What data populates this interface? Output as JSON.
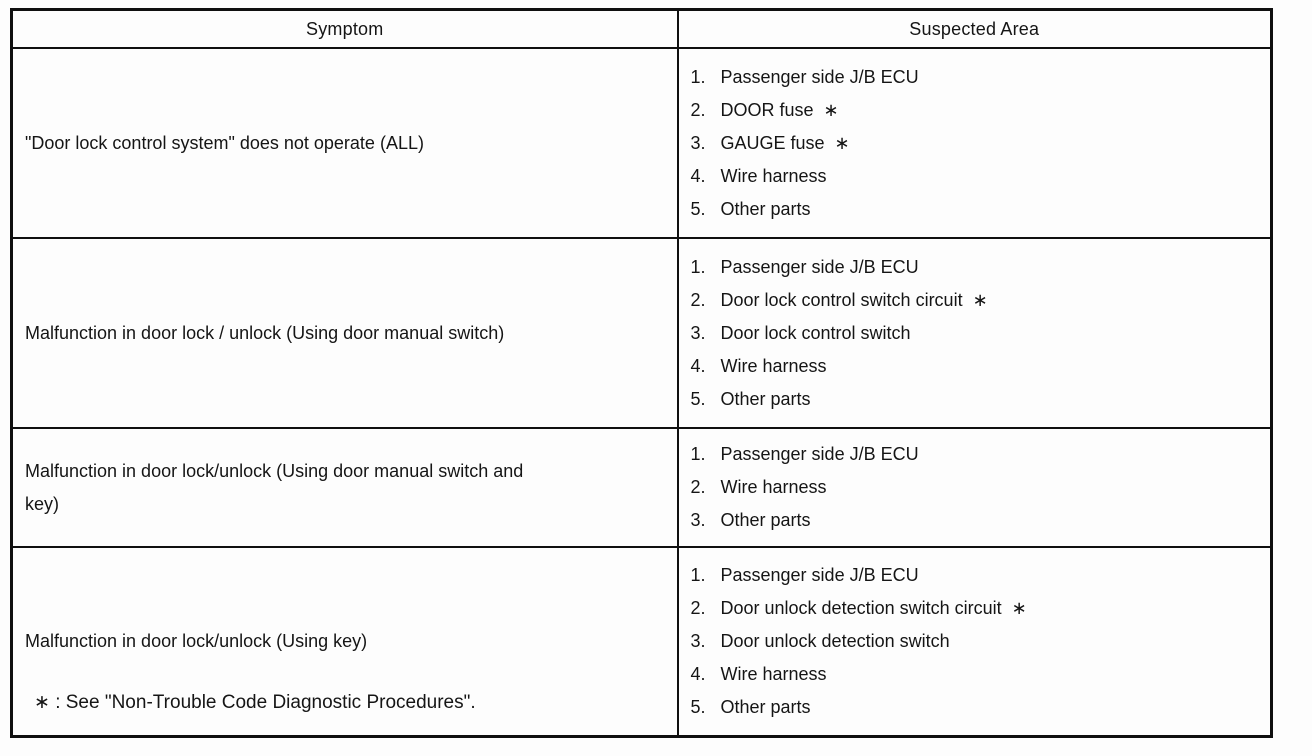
{
  "page": {
    "background_color": "#fdfdfd",
    "text_color": "#151515",
    "border_color": "#101010"
  },
  "table": {
    "headers": {
      "symptom": "Symptom",
      "suspected_area": "Suspected Area"
    },
    "rows": [
      {
        "symptom": "\"Door lock control system\" does not operate (ALL)",
        "suspected_areas": [
          {
            "num": "1.",
            "text": "Passenger side J/B ECU"
          },
          {
            "num": "2.",
            "text": "DOOR fuse  ∗"
          },
          {
            "num": "3.",
            "text": "GAUGE fuse  ∗"
          },
          {
            "num": "4.",
            "text": "Wire harness"
          },
          {
            "num": "5.",
            "text": "Other parts"
          }
        ]
      },
      {
        "symptom": "Malfunction in door lock / unlock (Using door manual switch)",
        "suspected_areas": [
          {
            "num": "1.",
            "text": "Passenger side J/B ECU"
          },
          {
            "num": "2.",
            "text": "Door lock control switch circuit  ∗"
          },
          {
            "num": "3.",
            "text": "Door lock control switch"
          },
          {
            "num": "4.",
            "text": "Wire harness"
          },
          {
            "num": "5.",
            "text": "Other parts"
          }
        ]
      },
      {
        "symptom": "Malfunction in door lock/unlock (Using door manual switch and\nkey)",
        "suspected_areas": [
          {
            "num": "1.",
            "text": "Passenger side J/B ECU"
          },
          {
            "num": "2.",
            "text": "Wire harness"
          },
          {
            "num": "3.",
            "text": "Other parts"
          }
        ]
      },
      {
        "symptom": "Malfunction in door lock/unlock (Using key)",
        "suspected_areas": [
          {
            "num": "1.",
            "text": "Passenger side J/B ECU"
          },
          {
            "num": "2.",
            "text": "Door unlock detection switch circuit  ∗"
          },
          {
            "num": "3.",
            "text": "Door unlock detection switch"
          },
          {
            "num": "4.",
            "text": "Wire harness"
          },
          {
            "num": "5.",
            "text": "Other parts"
          }
        ]
      }
    ]
  },
  "footnote": "∗ : See \"Non-Trouble Code Diagnostic Procedures\"."
}
